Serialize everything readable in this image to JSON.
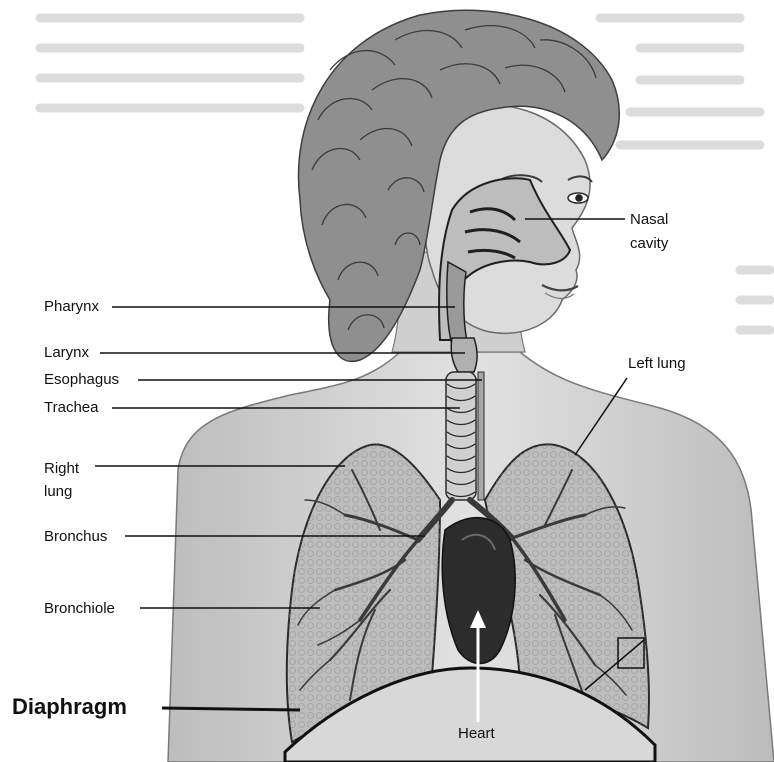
{
  "labels": {
    "nasal_cavity_line1": "Nasal",
    "nasal_cavity_line2": "cavity",
    "pharynx": "Pharynx",
    "larynx": "Larynx",
    "esophagus": "Esophagus",
    "trachea": "Trachea",
    "right_lung_line1": "Right",
    "right_lung_line2": "lung",
    "left_lung": "Left lung",
    "bronchus": "Bronchus",
    "bronchiole": "Bronchiole",
    "diaphragm": "Diaphragm",
    "heart": "Heart"
  },
  "colors": {
    "line": "#111111",
    "skin": "#d4d4d4",
    "hair": "#8a8a8a",
    "lung_fill": "#b9b9b9",
    "heart_fill": "#2c2c2c",
    "background": "#ffffff"
  }
}
